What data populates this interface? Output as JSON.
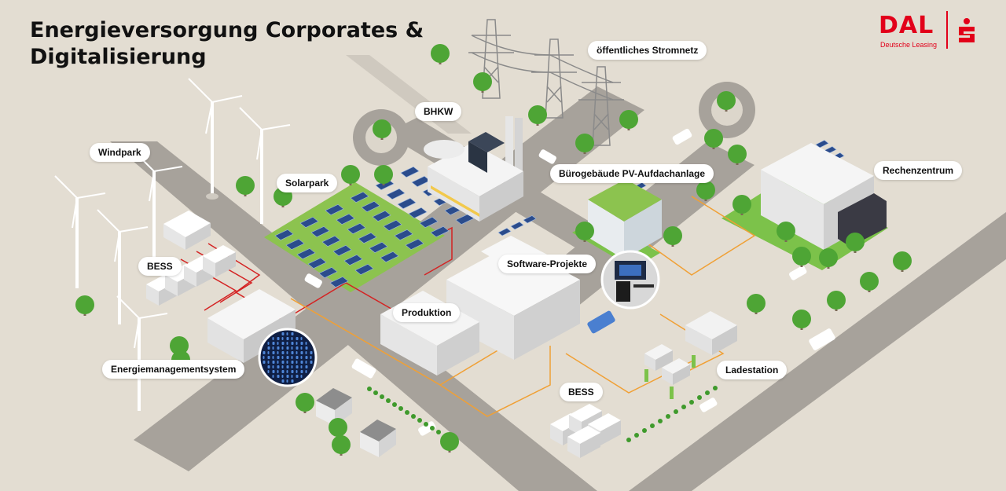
{
  "title": {
    "line1": "Energieversorgung Corporates &",
    "line2": "Digitalisierung"
  },
  "logo": {
    "text": "DAL",
    "subtitle": "Deutsche Leasing",
    "mark_icon": "sparkasse-s-icon",
    "color": "#e2001a"
  },
  "labels": {
    "public_grid": "öffentliches Stromnetz",
    "bhkw": "BHKW",
    "windpark": "Windpark",
    "solarpark": "Solarpark",
    "office_pv": "Bürogebäude PV-Aufdachanlage",
    "datacenter": "Rechenzentrum",
    "bess_left": "BESS",
    "software": "Software-Projekte",
    "production": "Produktion",
    "ems": "Energiemanagementsystem",
    "charging": "Ladestation",
    "bess_bottom": "BESS"
  },
  "colors": {
    "background": "#e3ddd2",
    "road": "#a7a29b",
    "grass": "#7cc24a",
    "tree": "#4ea535",
    "solar_panel": "#2b4c8c",
    "power_line_red": "#d42323",
    "data_line_orange": "#f0a035",
    "building": "#f2f2f2"
  }
}
